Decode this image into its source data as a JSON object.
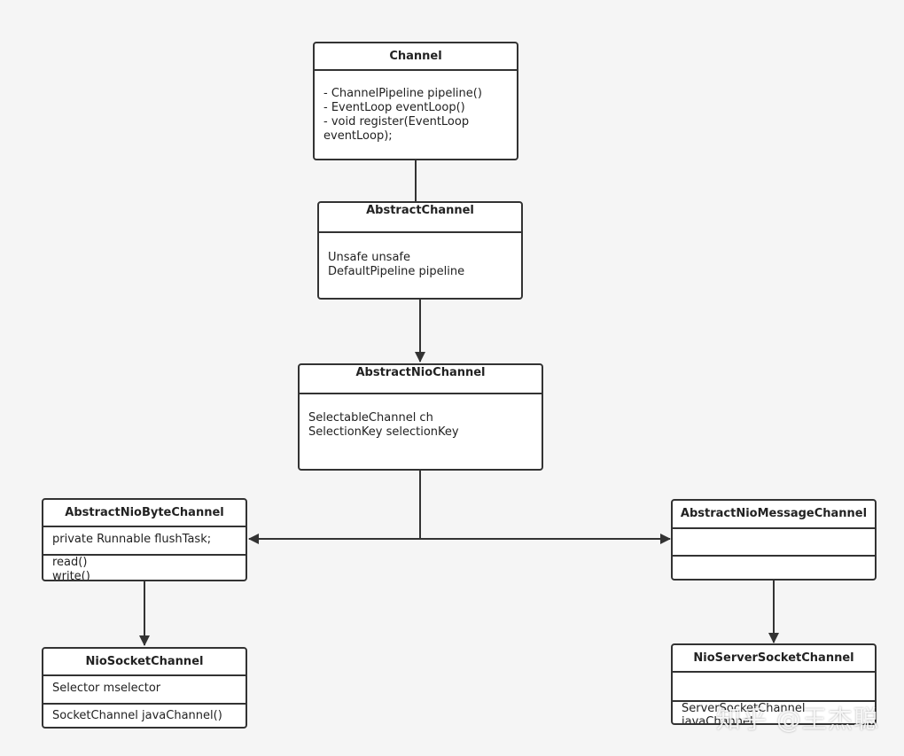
{
  "nodes": {
    "channel": {
      "title": "Channel",
      "members": "- ChannelPipeline pipeline()\n- EventLoop eventLoop()\n-  void register(EventLoop\neventLoop);"
    },
    "abstract_channel": {
      "title": "AbstractChannel",
      "members": "Unsafe unsafe\nDefaultPipeline pipeline"
    },
    "abstract_nio_channel": {
      "title": "AbstractNioChannel",
      "members": "SelectableChannel ch\nSelectionKey selectionKey"
    },
    "abstract_nio_byte_channel": {
      "title": "AbstractNioByteChannel",
      "fields": "private Runnable flushTask;",
      "methods": "read()\nwrite()"
    },
    "abstract_nio_message_channel": {
      "title": "AbstractNioMessageChannel",
      "fields": "",
      "methods": ""
    },
    "nio_socket_channel": {
      "title": "NioSocketChannel",
      "fields": "Selector mselector",
      "methods": "SocketChannel javaChannel()"
    },
    "nio_server_socket_channel": {
      "title": "NioServerSocketChannel",
      "fields": "",
      "methods": "ServerSocketChannel\njavaChannel"
    }
  },
  "watermark": "知乎 @王杰聪",
  "colors": {
    "background": "#f5f5f5",
    "stroke": "#333333",
    "box": "#ffffff"
  }
}
